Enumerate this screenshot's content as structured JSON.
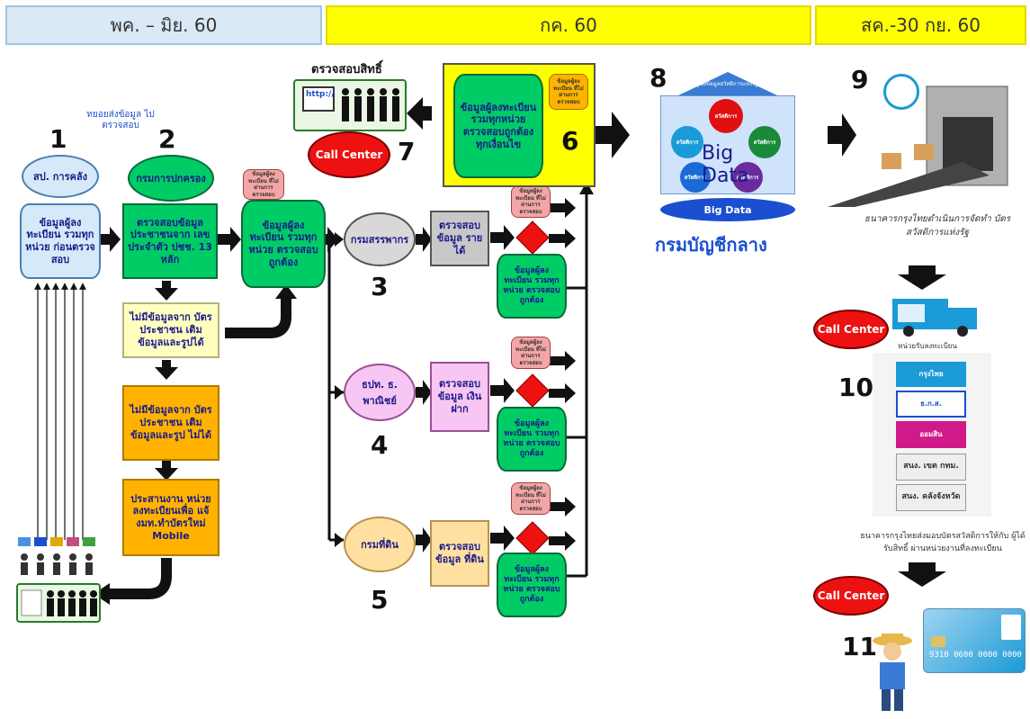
{
  "timeline": {
    "period_1": "พค. – มิย. 60",
    "period_2": "กค. 60",
    "period_3": "สค.-30 กย. 60"
  },
  "steps": {
    "n1": "1",
    "n2": "2",
    "n3": "3",
    "n4": "4",
    "n5": "5",
    "n6": "6",
    "n7": "7",
    "n8": "8",
    "n9": "9",
    "n10": "10",
    "n11": "11"
  },
  "step1": {
    "cylinder_top": "สป. การคลัง",
    "cylinder_body": "ข้อมูลผู้ลงทะเบียน รวมทุกหน่วย ก่อนตรวจสอบ",
    "send_note": "ทยอยส่งข้อมูล ไปตรวจสอบ"
  },
  "step2": {
    "cylinder_top": "กรมการปกครอง",
    "box_verify": "ตรวจสอบข้อมูล ประชาชนจาก เลขประจำตัว ปชช. 13 หลัก",
    "box_no_data_1": "ไม่มีข้อมูลจาก บัตรประชาชน เติมข้อมูลและรูปได้",
    "box_no_data_2": "ไม่มีข้อมูลจาก บัตรประชาชน เติมข้อมูลและรูป ไม่ได้",
    "box_coordinate": "ประสานงาน หน่วยลงทะเบียนเพื่อ แจ้งมท.ทำบัตรใหม่ Mobile"
  },
  "verified_db": {
    "label": "ข้อมูลผู้ลงทะเบียน รวมทุกหน่วย ตรวจสอบถูกต้อง",
    "small_label": "ข้อมูลผู้ลงทะเบียน ที่ไม่ผ่านการ ตรวจสอบ"
  },
  "step3": {
    "agency": "กรมสรรพากร",
    "check": "ตรวจสอบ ข้อมูล รายได้"
  },
  "step4": {
    "agency": "ธปท. ธ. พาณิชย์",
    "check": "ตรวจสอบ ข้อมูล เงินฝาก"
  },
  "step5": {
    "agency": "กรมที่ดิน",
    "check": "ตรวจสอบ ข้อมูล ที่ดิน"
  },
  "result_db": "ข้อมูลผู้ลงทะเบียน รวมทุกหน่วย ตรวจสอบถูกต้อง",
  "failed_db": "ข้อมูลผู้ลงทะเบียน ที่ไม่ผ่านการ ตรวจสอบ",
  "step6": {
    "label": "ข้อมูลผู้ลงทะเบียน รวมทุกหน่วย ตรวจสอบถูกต้อง ทุกเงื่อนไข",
    "small_db": "ข้อมูลผู้ลงทะเบียน ที่ไม่ผ่านการ ตรวจสอบ"
  },
  "step7": {
    "check_rights": "ตรวจสอบสิทธิ์",
    "url_label": "http://",
    "call_center": "Call Center"
  },
  "step8": {
    "banner": "ศูนย์ข้อมูลสวัสดิการแห่งรัฐ",
    "big_data": "Big Data",
    "big_data_base": "Big  Data",
    "department": "กรมบัญชีกลาง",
    "bubble": "สวัสดิการ"
  },
  "step9": {
    "caption": "ธนาคารกรุงไทยดำเนินการจัดทำ บัตรสวัสดิการแห่งรัฐ"
  },
  "step10": {
    "call_center": "Call Center",
    "receiving_units": "หน่วยรับลงทะเบียน",
    "unit_ktb": "กรุงไทย",
    "unit_baac": "ธ.ก.ส.",
    "unit_gsb": "ออมสิน",
    "unit_district": "สนง. เขต กทม.",
    "unit_province": "สนง. คลังจังหวัด",
    "caption": "ธนาคารกรุงไทยส่งมอบบัตรสวัสดิการให้กับ ผู้ได้รับสิทธิ์ ผ่านหน่วยงานที่ลงทะเบียน"
  },
  "step11": {
    "call_center": "Call Center",
    "card_number": "9310 0600 0000 0000"
  },
  "colors": {
    "green": "#00cc66",
    "yellow_bar": "#ffff00",
    "call_center_red": "#ee1111",
    "arrow_black": "#111111"
  }
}
